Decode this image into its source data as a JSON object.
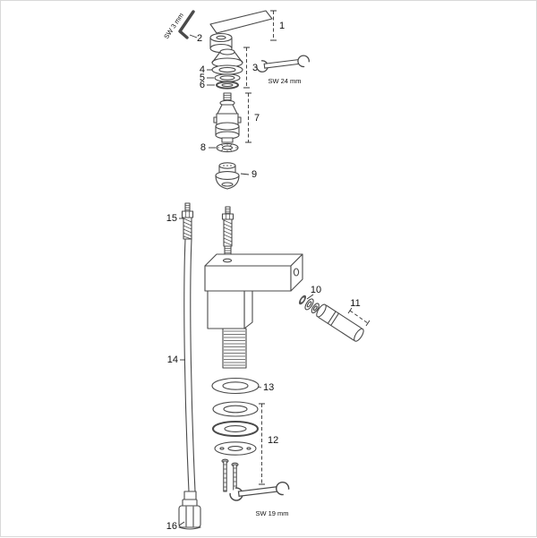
{
  "diagram": {
    "type": "exploded-parts-diagram",
    "subject": "single-lever faucet exploded view",
    "stroke_color": "#4a4a4a",
    "labels": {
      "part1": "1",
      "part2": "2",
      "part3": "3",
      "part4": "4",
      "part5": "5",
      "part6": "6",
      "part7": "7",
      "part8": "8",
      "part9": "9",
      "part10": "10",
      "part11": "11",
      "part12": "12",
      "part13": "13",
      "part14": "14",
      "part15": "15",
      "part16": "16"
    },
    "tools": {
      "allen_key_label": "SW 3 mm",
      "wrench_top_label": "SW 24 mm",
      "wrench_bottom_label": "SW 19 mm"
    }
  }
}
